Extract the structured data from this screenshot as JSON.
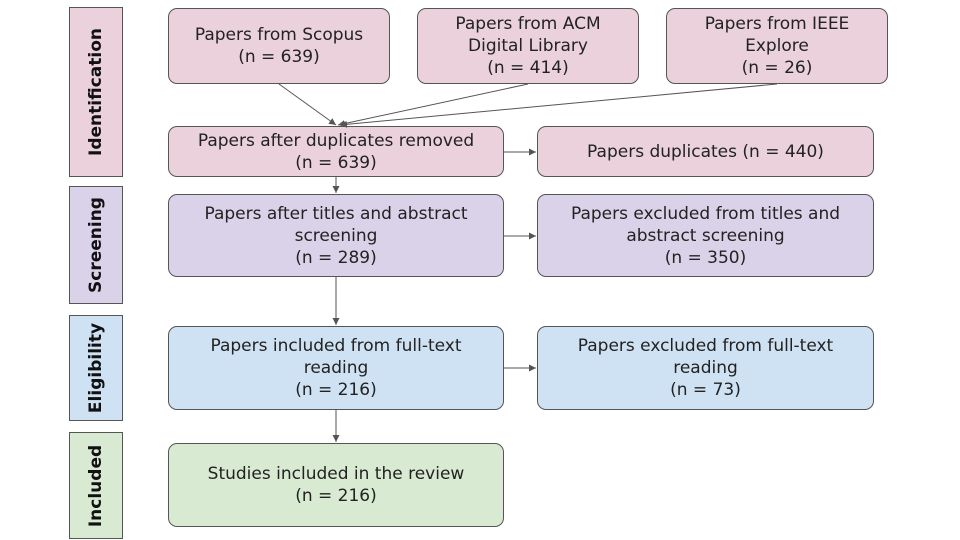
{
  "colors": {
    "identification": "#ead1dc",
    "screening": "#d9d2e9",
    "eligibility": "#cfe2f3",
    "included": "#d9ead3",
    "border": "#555555"
  },
  "phases": {
    "identification": "Identification",
    "screening": "Screening",
    "eligibility": "Eligibility",
    "included": "Included"
  },
  "boxes": {
    "scopus": {
      "lines": [
        "Papers from Scopus",
        "(n = 639)"
      ]
    },
    "acm": {
      "lines": [
        "Papers from ACM",
        "Digital Library",
        "(n = 414)"
      ]
    },
    "ieee": {
      "lines": [
        "Papers from IEEE",
        "Explore",
        "(n = 26)"
      ]
    },
    "after_duplicates": {
      "lines": [
        "Papers after duplicates removed",
        "(n = 639)"
      ]
    },
    "duplicates": {
      "lines": [
        "Papers duplicates (n = 440)"
      ]
    },
    "after_screening": {
      "lines": [
        "Papers after titles and abstract",
        "screening",
        "(n = 289)"
      ]
    },
    "excluded_screening": {
      "lines": [
        "Papers excluded from titles and",
        "abstract screening",
        "(n = 350)"
      ]
    },
    "included_fulltext": {
      "lines": [
        "Papers included from full-text",
        "reading",
        "(n = 216)"
      ]
    },
    "excluded_fulltext": {
      "lines": [
        "Papers excluded from full-text",
        "reading",
        "(n = 73)"
      ]
    },
    "studies_included": {
      "lines": [
        "Studies included in the review",
        "(n = 216)"
      ]
    }
  }
}
